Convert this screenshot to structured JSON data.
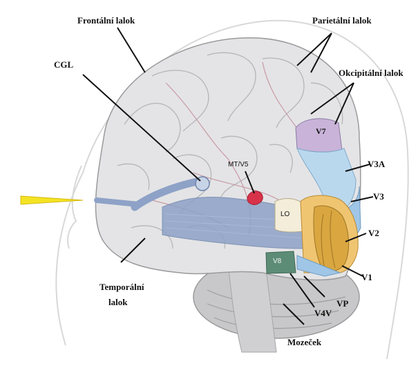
{
  "labels": {
    "frontal": "Frontální lalok",
    "parietal": "Parietální lalok",
    "occipital": "Okcipitální lalok",
    "cgl": "CGL",
    "temporal_1": "Temporální",
    "temporal_2": "lalok",
    "cerebellum": "Mozeček",
    "mt_v5": "MT/V5",
    "v7": "V7",
    "v3a": "V3A",
    "v3": "V3",
    "v2": "V2",
    "v1": "V1",
    "vp": "VP",
    "v4v": "V4V",
    "v8": "V8",
    "lo": "LO"
  },
  "colors": {
    "brain": "#e4e4e6",
    "v7": "#c9b3d9",
    "v3a": "#b9d8ee",
    "v3": "#9fc6e6",
    "v2": "#f0c572",
    "v1": "#d9a640",
    "v8": "#5d8c76",
    "mt": "#d8324a",
    "optic": "#7f96bf",
    "light": "#f4e324"
  }
}
